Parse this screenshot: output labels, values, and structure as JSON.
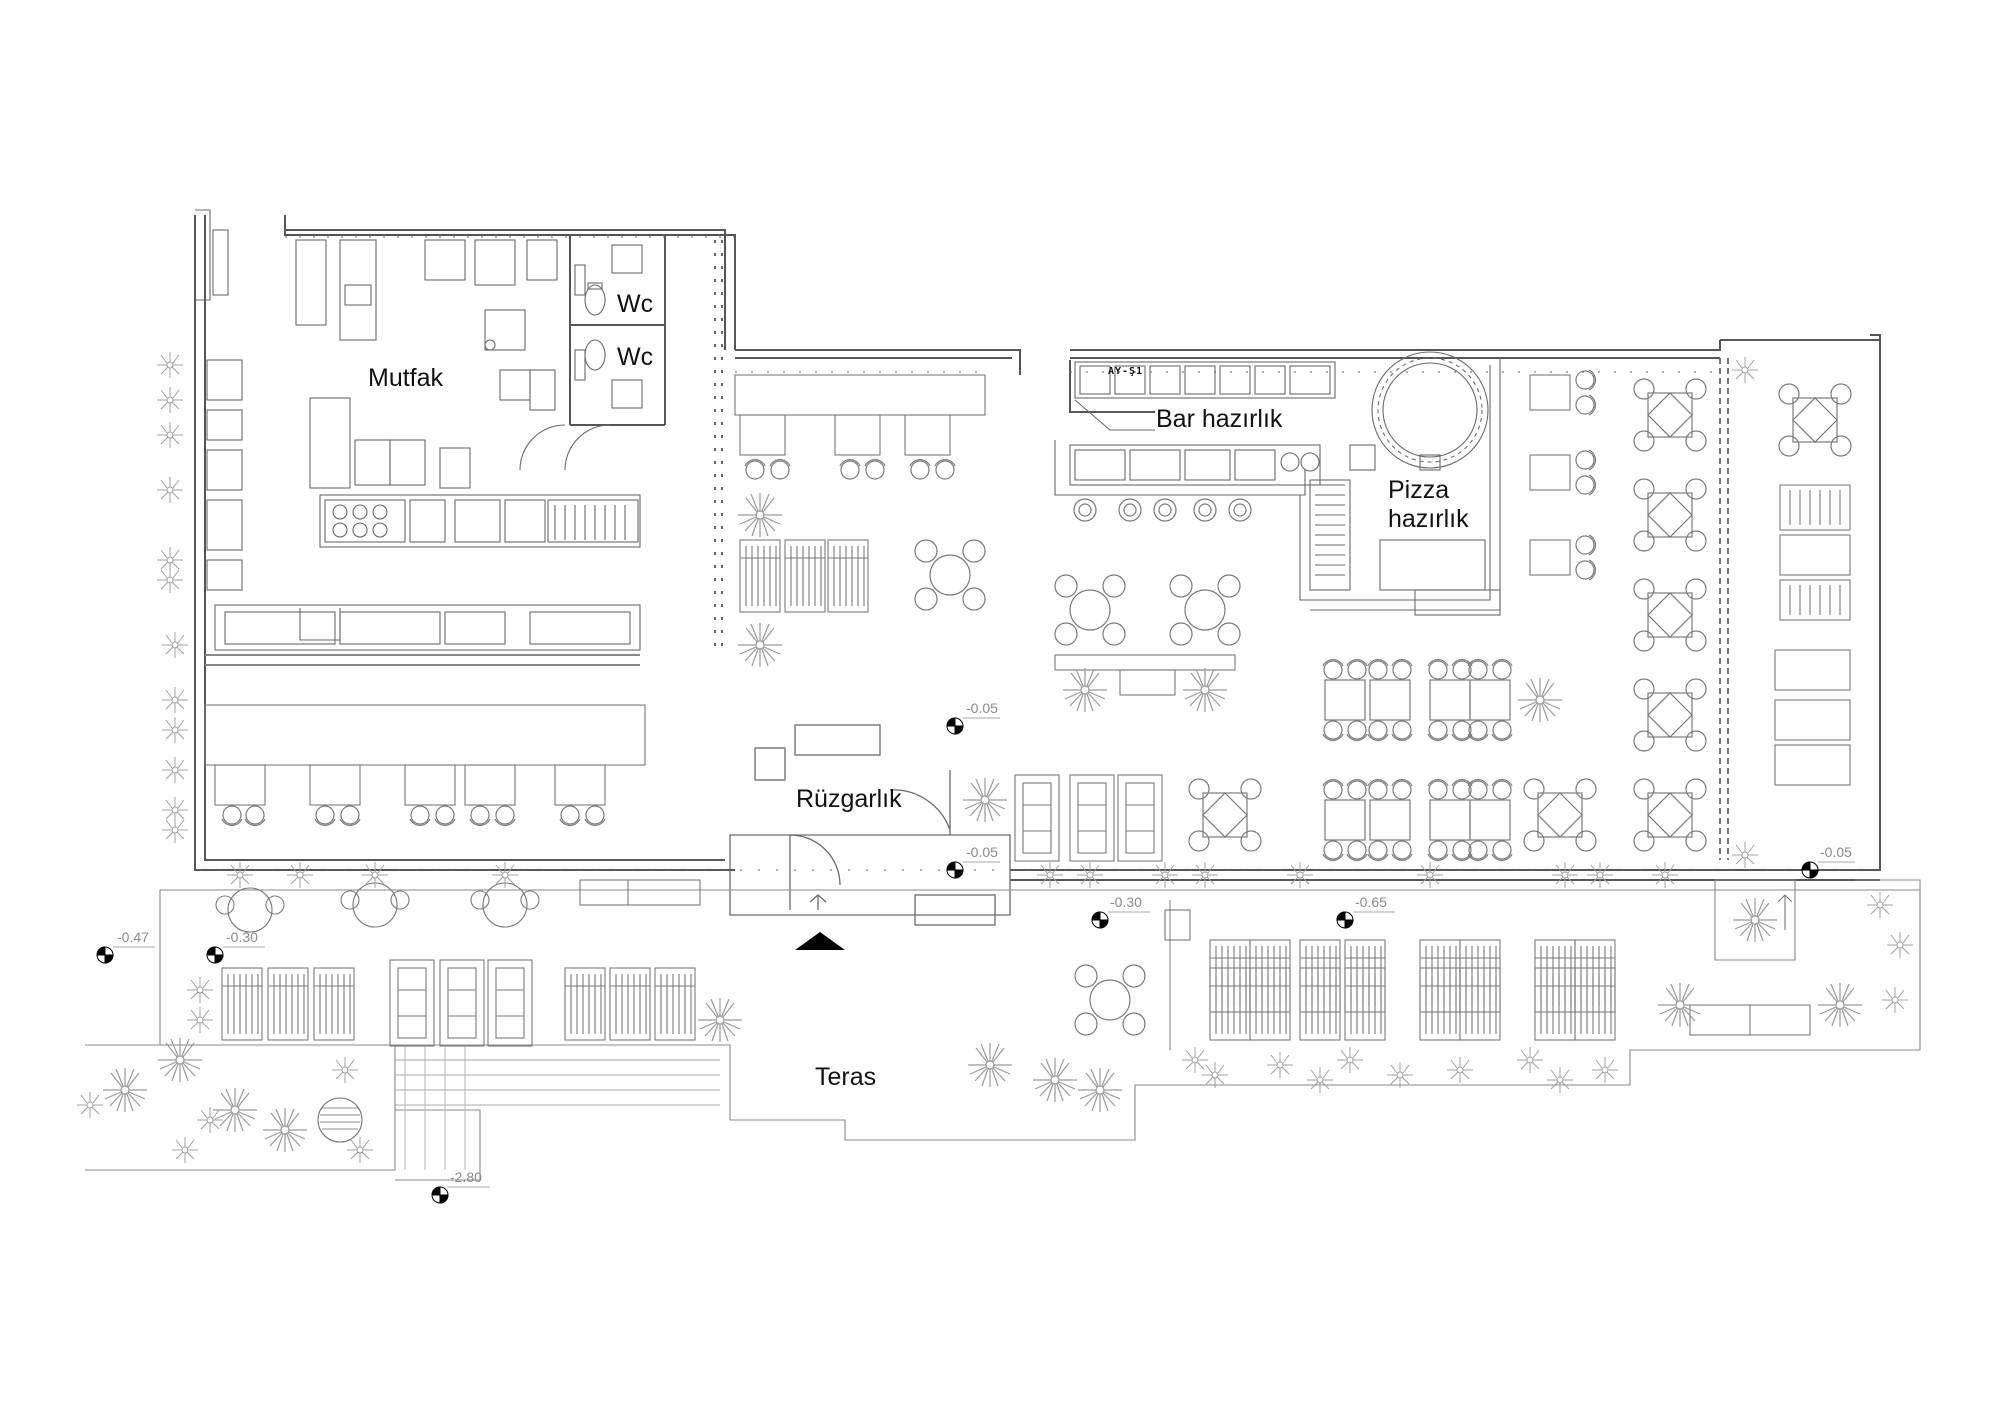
{
  "rooms": {
    "mutfak": "Mutfak",
    "wc_1": "Wc",
    "wc_2": "Wc",
    "bar_hazirlik": "Bar hazırlık",
    "pizza_hazirlik": "Pizza\nhazırlık",
    "ruzgarlik": "Rüzgarlık",
    "teras": "Teras"
  },
  "equipment_tag": "AY-Ş1",
  "levels": {
    "a": "-0.05",
    "b": "-0.05",
    "c": "-0.05",
    "d": "-0.30",
    "e": "-0.65",
    "f": "-0.47",
    "g": "-0.30",
    "h": "-2.80"
  },
  "colors": {
    "wall": "#555555",
    "furniture": "#7a7a7a",
    "plant": "#9a9a9a",
    "entrance_arrow": "#000000"
  },
  "icons": {
    "entrance": "entrance-arrow-icon",
    "level_marker": "level-marker-icon",
    "plant": "plant-icon"
  }
}
